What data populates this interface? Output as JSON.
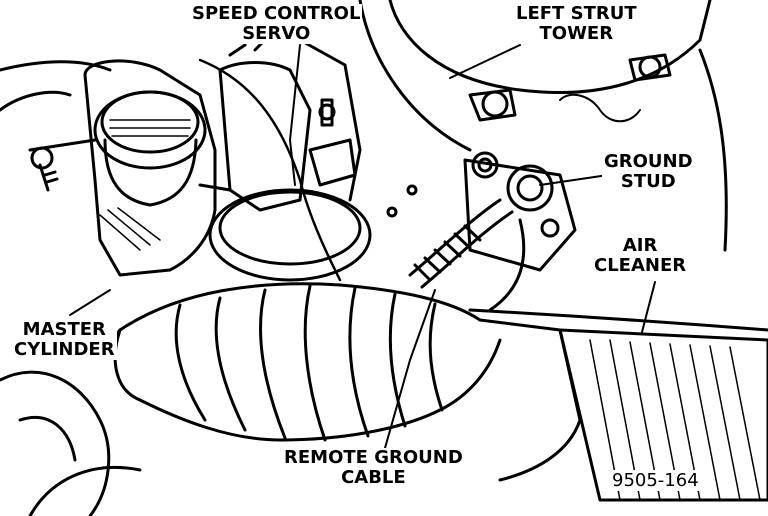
{
  "labels": {
    "speed_control_servo": [
      "SPEED CONTROL",
      "SERVO"
    ],
    "left_strut_tower": [
      "LEFT STRUT",
      "TOWER"
    ],
    "ground_stud": [
      "GROUND",
      "STUD"
    ],
    "air_cleaner": [
      "AIR",
      "CLEANER"
    ],
    "master_cylinder": [
      "MASTER",
      "CYLINDER"
    ],
    "remote_ground_cable": [
      "REMOTE GROUND",
      "CABLE"
    ]
  },
  "figure_number": "9505-164",
  "colors": {
    "ink": "#000000",
    "paper": "#ffffff"
  }
}
